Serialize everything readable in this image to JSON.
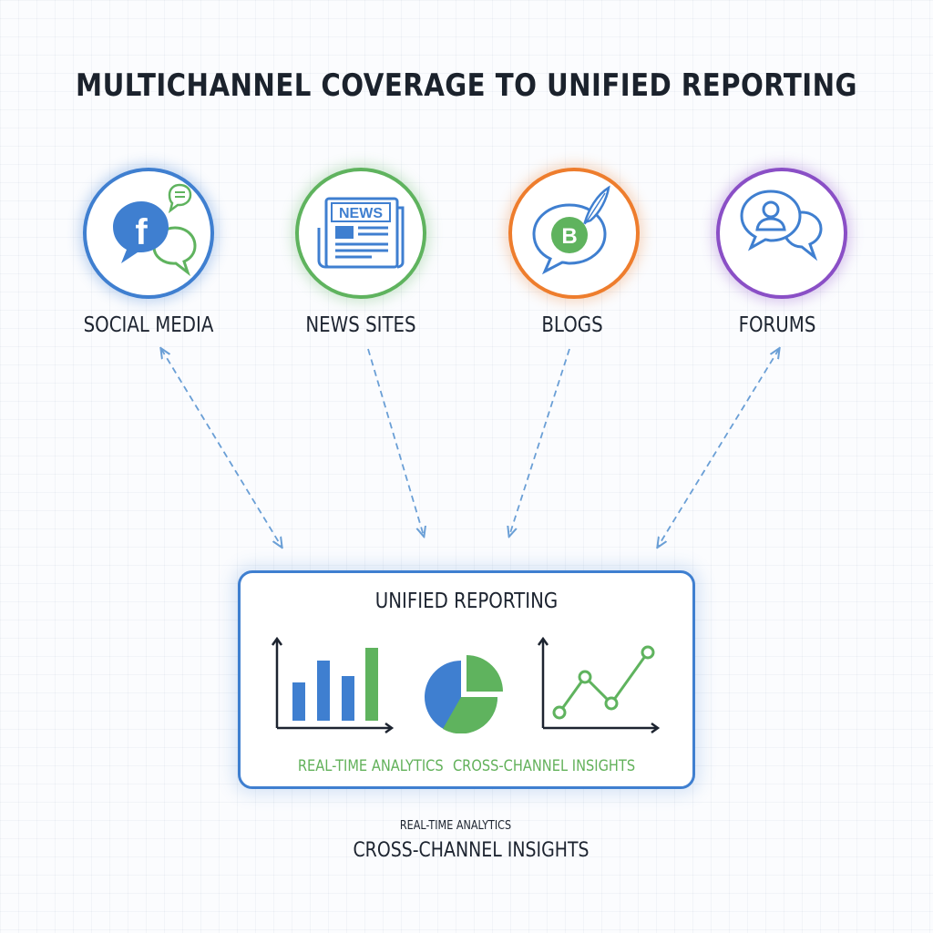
{
  "title": "MULTICHANNEL COVERAGE TO UNIFIED REPORTING",
  "colors": {
    "blue": "#3f7fd0",
    "green": "#5fb35e",
    "orange": "#ee7d2d",
    "purple": "#8a4fc6",
    "connector": "#6a9fd6"
  },
  "channels": [
    {
      "label": "SOCIAL MEDIA",
      "icon": "facebook-chat-icon",
      "color": "#3f7fd0"
    },
    {
      "label": "NEWS SITES",
      "icon": "newspaper-icon",
      "color": "#5fb35e"
    },
    {
      "label": "BLOGS",
      "icon": "blog-quill-icon",
      "color": "#ee7d2d"
    },
    {
      "label": "FORUMS",
      "icon": "forum-user-chat-icon",
      "color": "#8a4fc6"
    }
  ],
  "icon_text": {
    "facebook_letter": "f",
    "news_banner": "NEWS",
    "blog_letter": "B"
  },
  "report": {
    "title": "UNIFIED REPORTING",
    "footer_left": "REAL-TIME ANALYTICS",
    "footer_right": "CROSS-CHANNEL INSIGHTS",
    "icons": [
      "bar-chart-icon",
      "pie-chart-icon",
      "line-chart-icon"
    ]
  },
  "caption": {
    "line1": "REAL-TIME ANALYTICS",
    "line2": "CROSS-CHANNEL INSIGHTS"
  }
}
